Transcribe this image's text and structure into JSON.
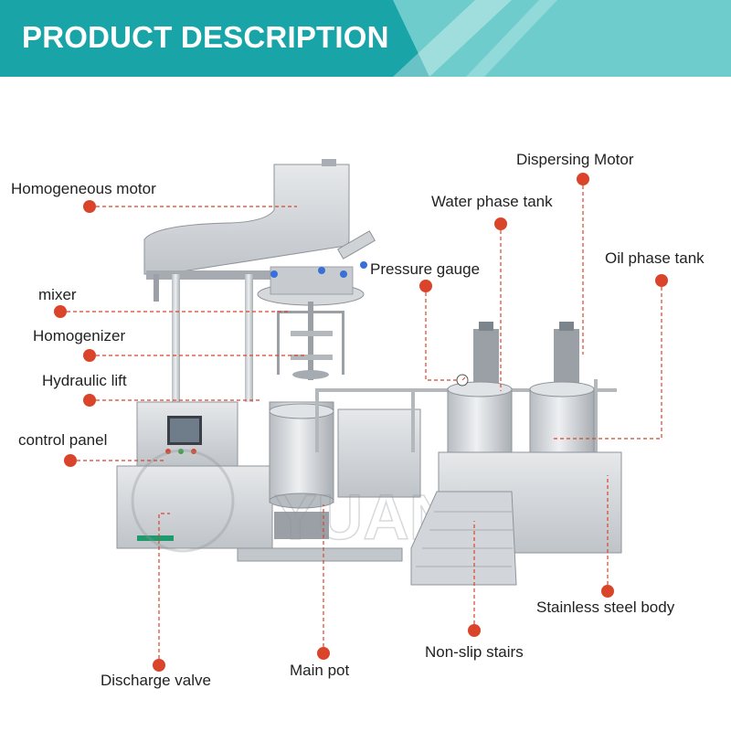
{
  "header": {
    "title": "PRODUCT DESCRIPTION"
  },
  "colors": {
    "banner": "#19a4a8",
    "marker": "#d9442b",
    "leader": "#d9442b",
    "steel": "#c9ced3"
  },
  "machine": {
    "logo_text": "YUANYU"
  },
  "labels": {
    "homogeneous_motor": "Homogeneous motor",
    "mixer": "mixer",
    "homogenizer": "Homogenizer",
    "hydraulic_lift": "Hydraulic lift",
    "control_panel": "control panel",
    "dispersing_motor": "Dispersing Motor",
    "water_phase_tank": "Water phase tank",
    "oil_phase_tank": "Oil phase tank",
    "pressure_gauge": "Pressure gauge",
    "stainless_steel_body": "Stainless steel body",
    "non_slip_stairs": "Non-slip stairs",
    "main_pot": "Main pot",
    "discharge_valve": "Discharge valve"
  }
}
